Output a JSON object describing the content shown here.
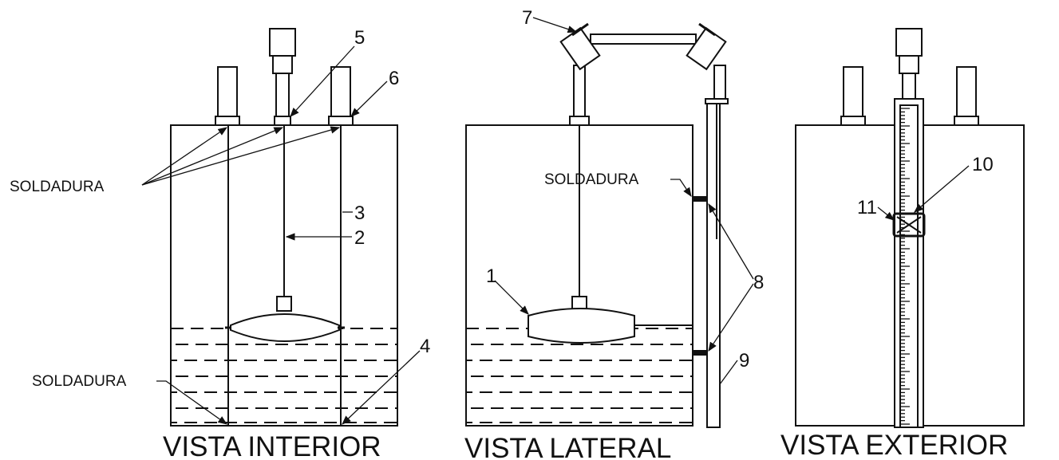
{
  "views": {
    "interior": {
      "title": "VISTA INTERIOR"
    },
    "lateral": {
      "title": "VISTA LATERAL"
    },
    "exterior": {
      "title": "VISTA EXTERIOR"
    }
  },
  "labels": {
    "soldadura_top": "SOLDADURA",
    "soldadura_bottom": "SOLDADURA",
    "soldadura_lateral": "SOLDADURA"
  },
  "callouts": {
    "n1": "1",
    "n2": "2",
    "n3": "3",
    "n4": "4",
    "n5": "5",
    "n6": "6",
    "n7": "7",
    "n8": "8",
    "n9": "9",
    "n10": "10",
    "n11": "11"
  },
  "colors": {
    "line": "#111111",
    "background": "#ffffff"
  }
}
